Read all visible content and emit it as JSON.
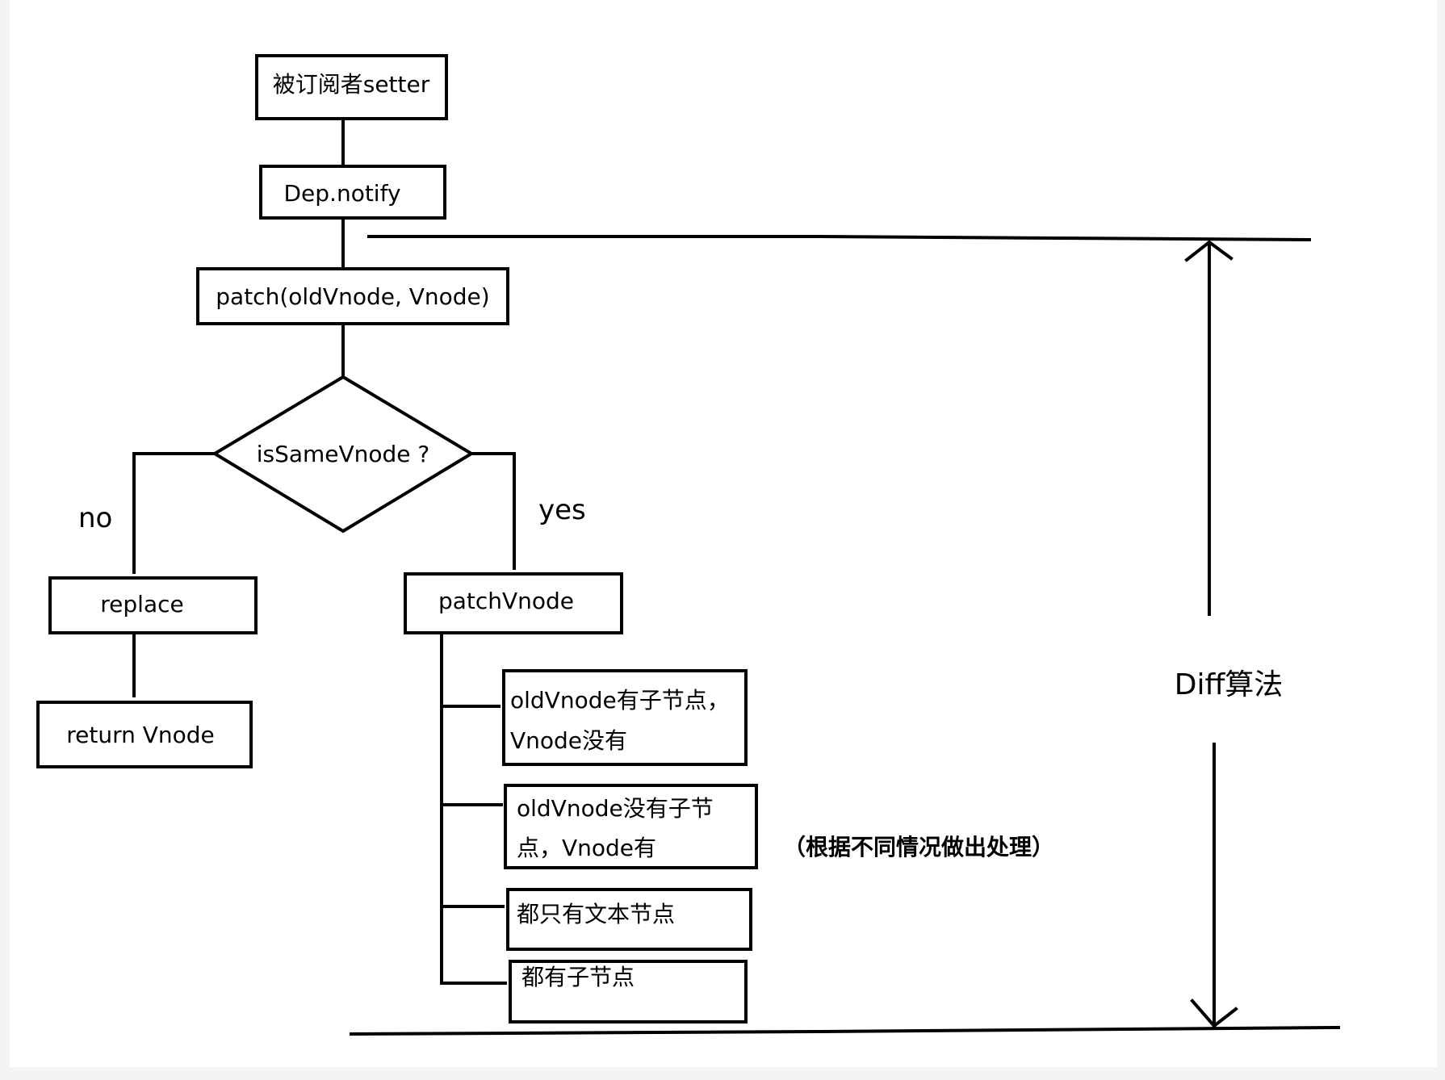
{
  "diagram": {
    "nodes": {
      "subscriber_setter": "被订阅者setter",
      "dep_notify": "Dep.notify",
      "patch": "patch(oldVnode, Vnode)",
      "is_same_vnode": "isSameVnode ?",
      "replace": "replace",
      "return_vnode": "return Vnode",
      "patch_vnode": "patchVnode",
      "case1_line1": "oldVnode有子节点，",
      "case1_line2": "Vnode没有",
      "case2_line1": "oldVnode没有子节",
      "case2_line2": "点，Vnode有",
      "case3": "都只有文本节点",
      "case4": "都有子节点"
    },
    "edges": {
      "no": "no",
      "yes": "yes"
    },
    "annotations": {
      "diff_label": "Diff算法",
      "cases_note": "（根据不同情况做出处理）"
    },
    "colors": {
      "stroke": "#000000",
      "background": "#ffffff"
    }
  }
}
